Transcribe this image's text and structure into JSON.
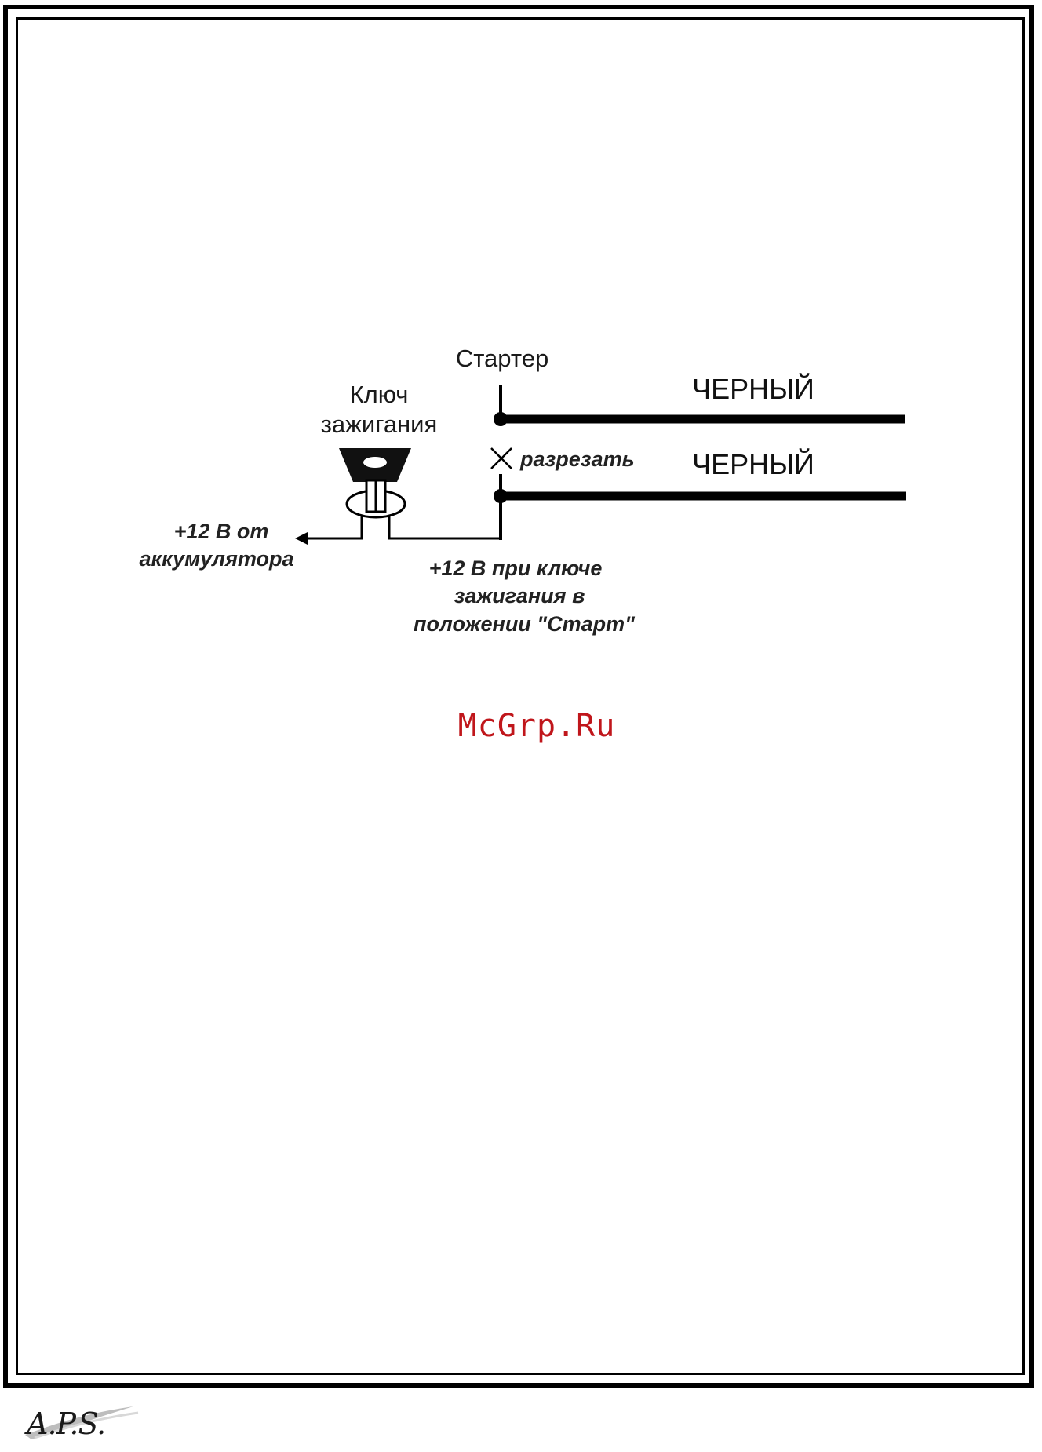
{
  "diagram": {
    "starter_label": "Стартер",
    "ignition_key_label_line1": "Ключ",
    "ignition_key_label_line2": "зажигания",
    "cut_label": "разрезать",
    "wire_label_top": "ЧЕРНЫЙ",
    "wire_label_bottom": "ЧЕРНЫЙ",
    "battery_label_line1": "+12 В от",
    "battery_label_line2": "аккумулятора",
    "start_label_line1": "+12 В при ключе",
    "start_label_line2": "зажигания в",
    "start_label_line3": "положении \"Старт\""
  },
  "watermark": "McGrp.Ru",
  "footer": {
    "logo_text": "A.P.S."
  }
}
